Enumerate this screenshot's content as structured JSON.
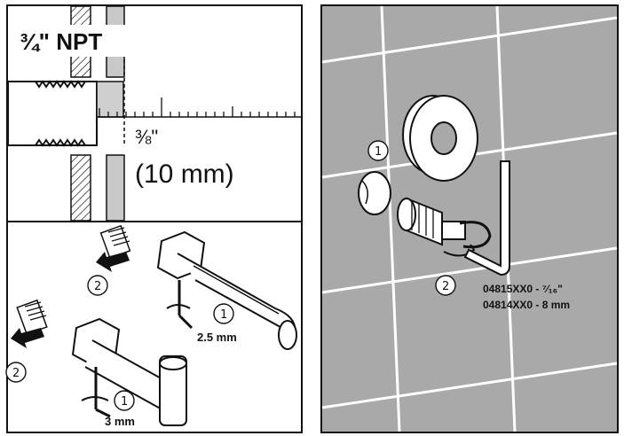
{
  "thread_panel": {
    "npt_label": "¾\" NPT",
    "depth_fraction": "⅜\"",
    "depth_metric": "(10 mm)"
  },
  "spout_panel": {
    "step_1": "1",
    "step_2": "2",
    "hex_upper": "2.5 mm",
    "hex_lower": "3 mm"
  },
  "wall_panel": {
    "step_1": "1",
    "step_2": "2",
    "model_a": "04815XX0 - ⁷⁄₁₆\"",
    "model_b": "04814XX0 - 8 mm"
  }
}
